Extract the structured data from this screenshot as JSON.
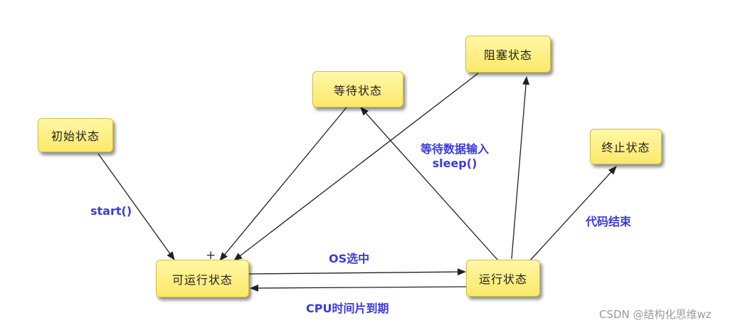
{
  "nodes": {
    "initial": "初始状态",
    "runnable": "可运行状态",
    "waiting": "等待状态",
    "blocked": "阻塞状态",
    "running": "运行状态",
    "terminated": "终止状态"
  },
  "labels": {
    "start": "start()",
    "os_select": "OS选中",
    "cpu_timeslice": "CPU时间片到期",
    "wait_data_line1": "等待数据输入",
    "wait_data_line2": "sleep()",
    "code_end": "代码结束"
  },
  "watermark": "CSDN @结构化思维wz",
  "colors": {
    "node_fill": "#fbe86a",
    "label_text": "#3a3adb",
    "arrow": "#222222"
  }
}
